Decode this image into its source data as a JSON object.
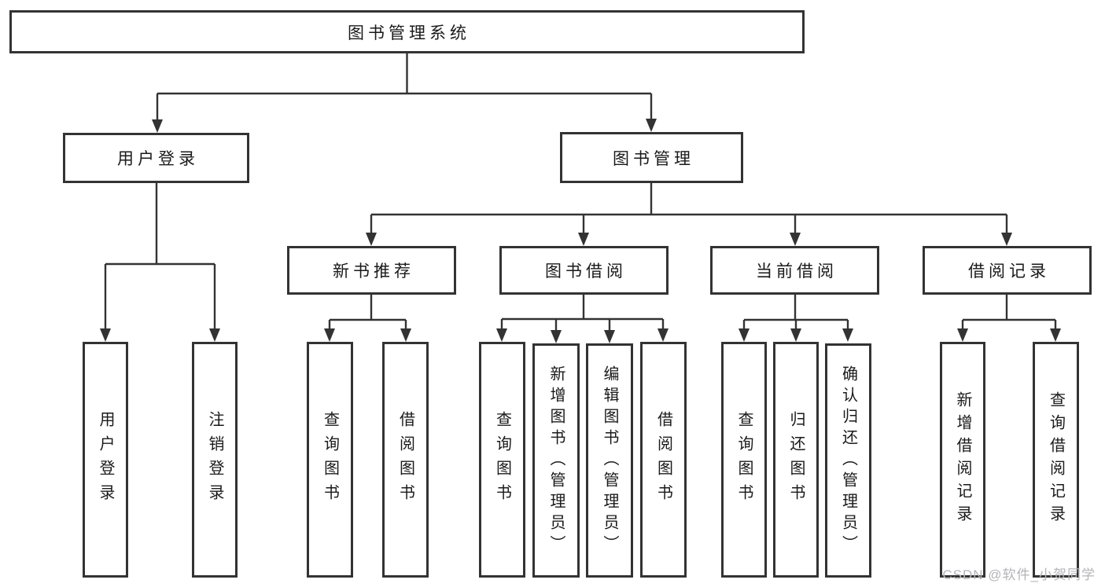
{
  "diagram_title": "图书管理系统",
  "nodes": {
    "root": "图书管理系统",
    "user_login_group": "用户登录",
    "book_management": "图书管理",
    "new_book_rec": "新书推荐",
    "book_borrowing": "图书借阅",
    "current_borrowing": "当前借阅",
    "borrowing_records": "借阅记录",
    "user_login": "用户登录",
    "logout": "注销登录",
    "nbr_query_books": "查询图书",
    "nbr_borrow_books": "借阅图书",
    "bb_query_books": "查询图书",
    "bb_add_books": "新增图书（管理员）",
    "bb_edit_books": "编辑图书（管理员）",
    "bb_borrow_books": "借阅图书",
    "cb_query_books": "查询图书",
    "cb_return_books": "归还图书",
    "cb_confirm_return": "确认归还（管理员）",
    "br_add_record": "新增借阅记录",
    "br_query_record": "查询借阅记录"
  },
  "watermark": "CSDN @软件_小贺同学",
  "colors": {
    "line": "#333333",
    "box_border": "#333333",
    "text": "#1a1a1a",
    "background": "#ffffff",
    "watermark": "#b4b4b8"
  }
}
